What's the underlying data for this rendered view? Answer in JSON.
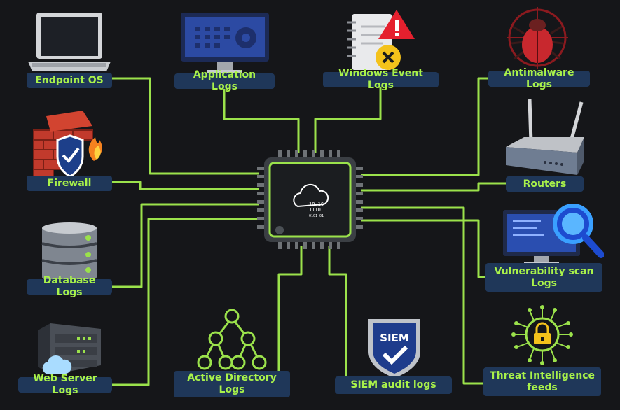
{
  "nodes": {
    "endpoint": {
      "label": "Endpoint OS"
    },
    "application": {
      "label": "Application Logs"
    },
    "windows": {
      "label": "Windows Event Logs"
    },
    "antimalware": {
      "label": "Antimalware Logs"
    },
    "firewall": {
      "label": "Firewall"
    },
    "routers": {
      "label": "Routers"
    },
    "database": {
      "label": "Database Logs"
    },
    "vuln": {
      "label": "Vulnerability scan\nLogs"
    },
    "webserver": {
      "label": "Web Server Logs"
    },
    "activedir": {
      "label": "Active Directory\nLogs"
    },
    "siemaudit": {
      "label": "SIEM audit logs"
    },
    "threat": {
      "label": "Threat Intelligence\nfeeds"
    }
  },
  "chip": {
    "binary_line1": "10  10",
    "binary_line2": "1110",
    "binary_line3": "0101  01"
  },
  "siem_shield_text": "SIEM",
  "colors": {
    "background": "#151619",
    "line": "#9be24b",
    "label_bg": "#1f3759",
    "label_text": "#a9f24a"
  }
}
